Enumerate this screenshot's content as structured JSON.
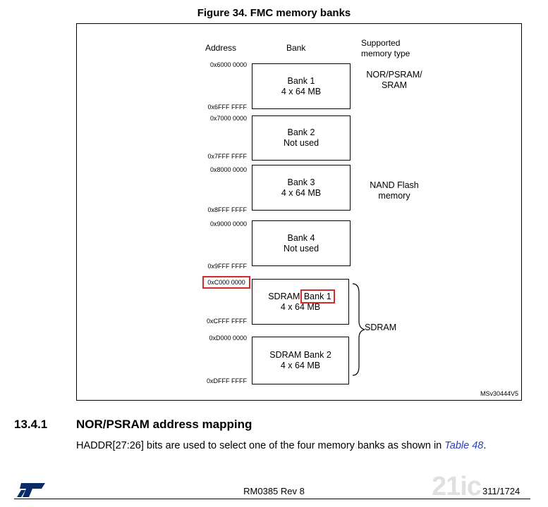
{
  "figure": {
    "title": "Figure 34. FMC memory banks",
    "headers": {
      "address": "Address",
      "bank": "Bank",
      "memtype": "Supported\nmemory type"
    },
    "addresses": [
      "0x6000 0000",
      "0x6FFF FFFF",
      "0x7000 0000",
      "0x7FFF FFFF",
      "0x8000 0000",
      "0x8FFF FFFF",
      "0x9000 0000",
      "0x9FFF FFFF",
      "0xC000 0000",
      "0xCFFF FFFF",
      "0xD000 0000",
      "0xDFFF FFFF"
    ],
    "banks": [
      {
        "line1": "Bank 1",
        "line2": "4 x 64 MB"
      },
      {
        "line1": "Bank 2",
        "line2": "Not used"
      },
      {
        "line1": "Bank 3",
        "line2": "4 x 64 MB"
      },
      {
        "line1": "Bank 4",
        "line2": "Not used"
      },
      {
        "line1a": "SDRAM ",
        "line1b": "Bank 1",
        "line2": "4 x 64 MB"
      },
      {
        "line1": "SDRAM Bank 2",
        "line2": "4 x 64 MB"
      }
    ],
    "memtypes": {
      "nor": "NOR/PSRAM/\nSRAM",
      "nand": "NAND Flash\nmemory",
      "sdram": "SDRAM"
    },
    "code": "MSv30444V5",
    "highlight_color": "#d42a2a"
  },
  "section": {
    "number": "13.4.1",
    "title": "NOR/PSRAM address mapping",
    "text_before": "HADDR[27:26] bits are used to select one of the four memory banks as shown in ",
    "link": "Table 48",
    "text_after": "."
  },
  "footer": {
    "doc": "RM0385 Rev 8",
    "page": "311/1724",
    "logo": "ST"
  },
  "watermark": "21ic"
}
